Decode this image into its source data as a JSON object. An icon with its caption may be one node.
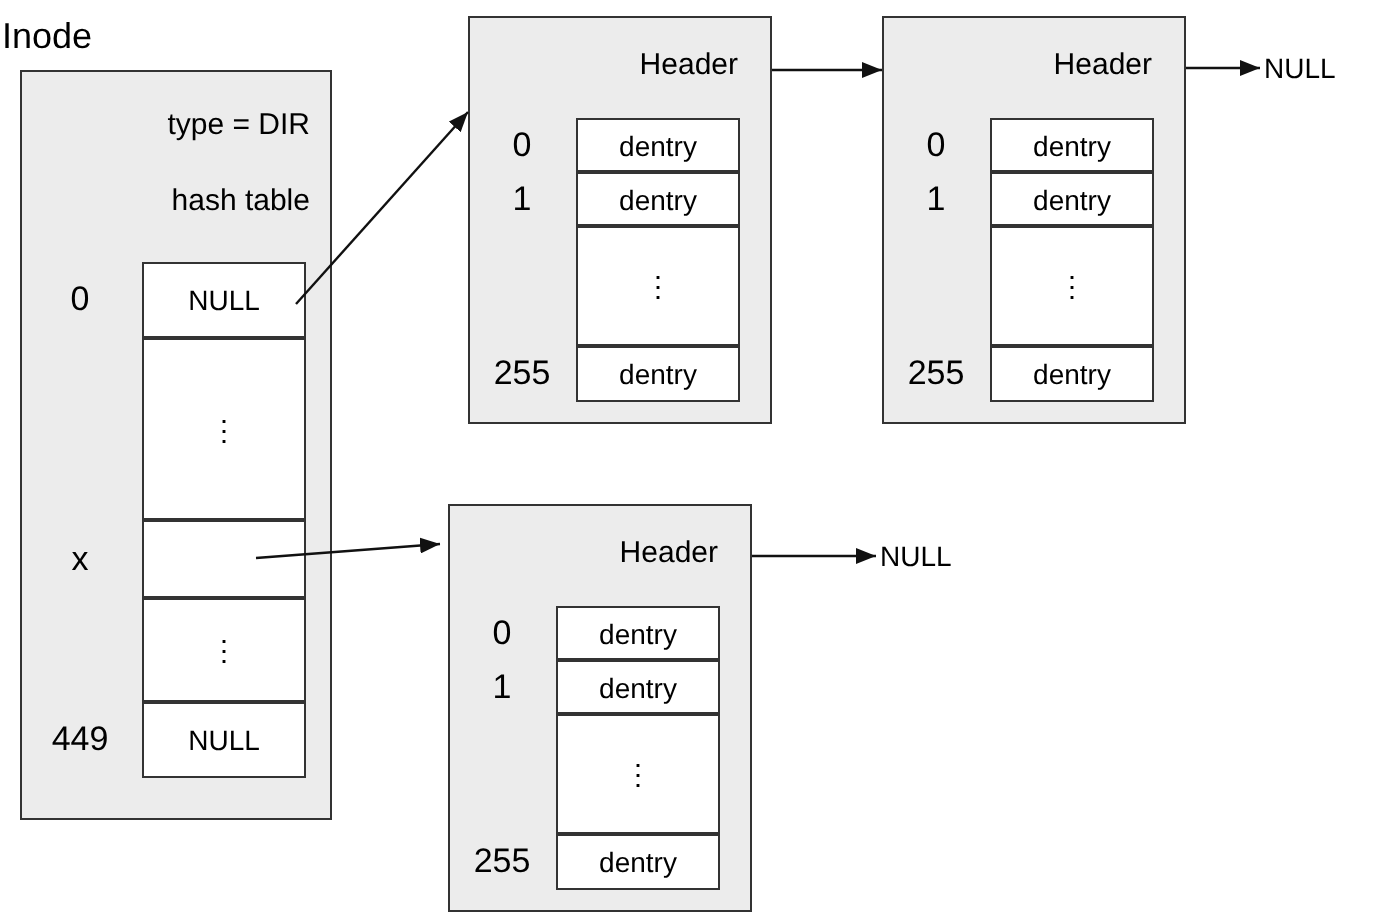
{
  "diagram": {
    "nodes": [
      {
        "text": [
          "Inode",
          "type = DIR",
          "hash table"
        ]
      },
      {
        "text": [
          "NULL"
        ],
        "beside": [
          "0"
        ],
        "in": 0
      },
      {
        "text": [
          "⋮"
        ],
        "in": 0
      },
      {
        "text": [],
        "shape": "box",
        "beside": [
          "x"
        ],
        "in": 0
      },
      {
        "text": [
          "⋮"
        ],
        "in": 0
      },
      {
        "text": [
          "NULL"
        ],
        "beside": [
          "449"
        ],
        "in": 0
      },
      {
        "text": [
          "Header"
        ]
      },
      {
        "text": [
          "dentry"
        ],
        "beside": [
          "0"
        ],
        "in": 6
      },
      {
        "text": [
          "dentry"
        ],
        "beside": [
          "1"
        ],
        "in": 6
      },
      {
        "text": [
          "⋮"
        ],
        "in": 6
      },
      {
        "text": [
          "dentry"
        ],
        "beside": [
          "255"
        ],
        "in": 6
      },
      {
        "text": [
          "Header"
        ]
      },
      {
        "text": [
          "dentry"
        ],
        "beside": [
          "0"
        ],
        "in": 11
      },
      {
        "text": [
          "dentry"
        ],
        "beside": [
          "1"
        ],
        "in": 11
      },
      {
        "text": [
          "⋮"
        ],
        "in": 11
      },
      {
        "text": [
          "dentry"
        ],
        "beside": [
          "255"
        ],
        "in": 11
      },
      {
        "text": [
          "NULL"
        ]
      },
      {
        "text": [
          "Header"
        ]
      },
      {
        "text": [
          "dentry"
        ],
        "beside": [
          "0"
        ],
        "in": 17
      },
      {
        "text": [
          "dentry"
        ],
        "beside": [
          "1"
        ],
        "in": 17
      },
      {
        "text": [
          "⋮"
        ],
        "in": 17
      },
      {
        "text": [
          "dentry"
        ],
        "beside": [
          "255"
        ],
        "in": 17
      },
      {
        "text": [
          "NULL"
        ]
      }
    ],
    "edges": [
      {
        "from": 1,
        "to": 6,
        "arrow": "to"
      },
      {
        "from": 6,
        "to": 11,
        "arrow": "to"
      },
      {
        "from": 11,
        "to": 16,
        "arrow": "to"
      },
      {
        "from": 3,
        "to": 17,
        "arrow": "to"
      },
      {
        "from": 17,
        "to": 22,
        "arrow": "to"
      }
    ]
  }
}
